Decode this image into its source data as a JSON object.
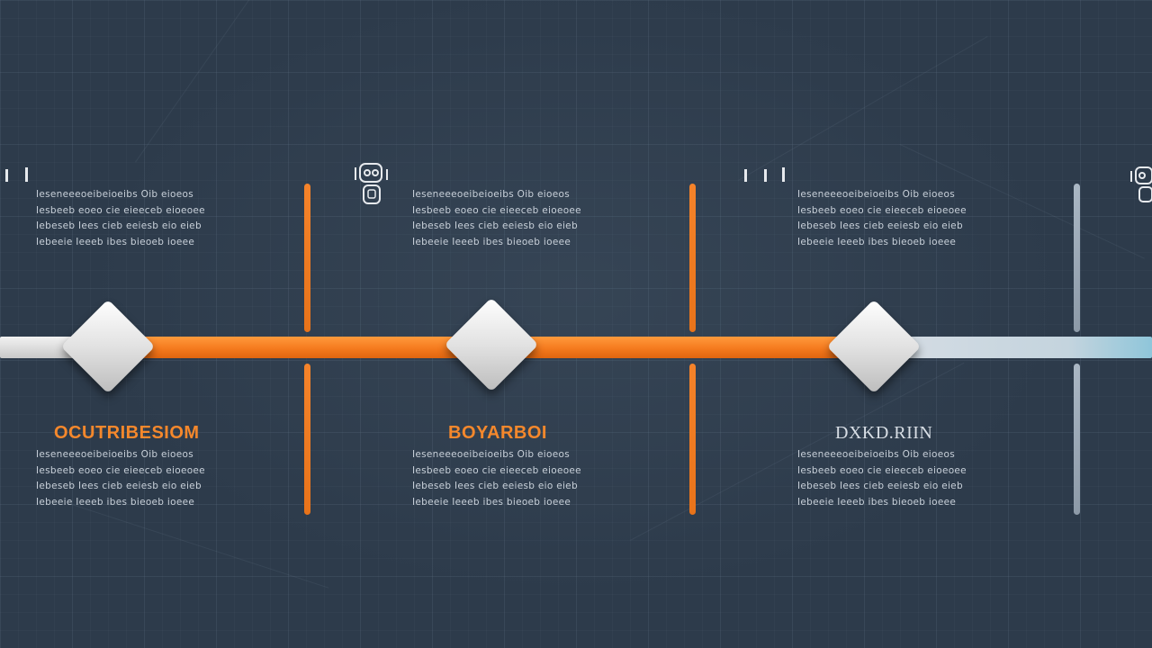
{
  "colors": {
    "background": "#2d3b4b",
    "accent_orange": "#f57a1e",
    "steel": "#9aa7b5",
    "diamond": "#e8e8e8"
  },
  "milestones": [
    {
      "heading": "OCUTRIBESIOM",
      "heading_color": "orange",
      "top_lines": [
        "Ieseneeeoeibeioeibs  Oib eioeos",
        "Iesbeeb eoeo cie eieeceb eioeoee",
        "Iebeseb Iees cieb eeiesb eio eieb",
        "Iebeeie Ieeeb ibes bieoeb ioeee"
      ],
      "bottom_lines": [
        "Ieseneeeoeibeioeibs  Oib eioeos",
        "Iesbeeb eoeo cie eieeceb eioeoee",
        "Iebeseb Iees cieb eeiesb eio eieb",
        "Iebeeie Ieeeb ibes bieoeb ioeee"
      ]
    },
    {
      "heading": "BOYARBOI",
      "heading_color": "orange",
      "top_lines": [
        "Ieseneeeoeibeioeibs  Oib eioeos",
        "Iesbeeb eoeo cie eieeceb eioeoee",
        "Iebeseb Iees cieb eeiesb eio eieb",
        "Iebeeie Ieeeb ibes bieoeb ioeee"
      ],
      "bottom_lines": [
        "Ieseneeeoeibeioeibs  Oib eioeos",
        "Iesbeeb eoeo cie eieeceb eioeoee",
        "Iebeseb Iees cieb eeiesb eio eieb",
        "Iebeeie Ieeeb ibes bieoeb ioeee"
      ]
    },
    {
      "heading": "DXKD.RIIN",
      "heading_color": "light",
      "top_lines": [
        "Ieseneeeoeibeioeibs  Oib eioeos",
        "Iesbeeb eoeo cie eieeceb eioeoee",
        "Iebeseb Iees cieb eeiesb eio eieb",
        "Iebeeie Ieeeb ibes bieoeb ioeee"
      ],
      "bottom_lines": [
        "Ieseneeeoeibeioeibs  Oib eioeos",
        "Iesbeeb eoeo cie eieeceb eioeoee",
        "Iebeseb Iees cieb eeiesb eio eieb",
        "Iebeeie Ieeeb ibes bieoeb ioeee"
      ]
    }
  ],
  "icons": [
    "bars-icon",
    "robot-face-icon",
    "bars-icon",
    "robot-face-icon"
  ]
}
